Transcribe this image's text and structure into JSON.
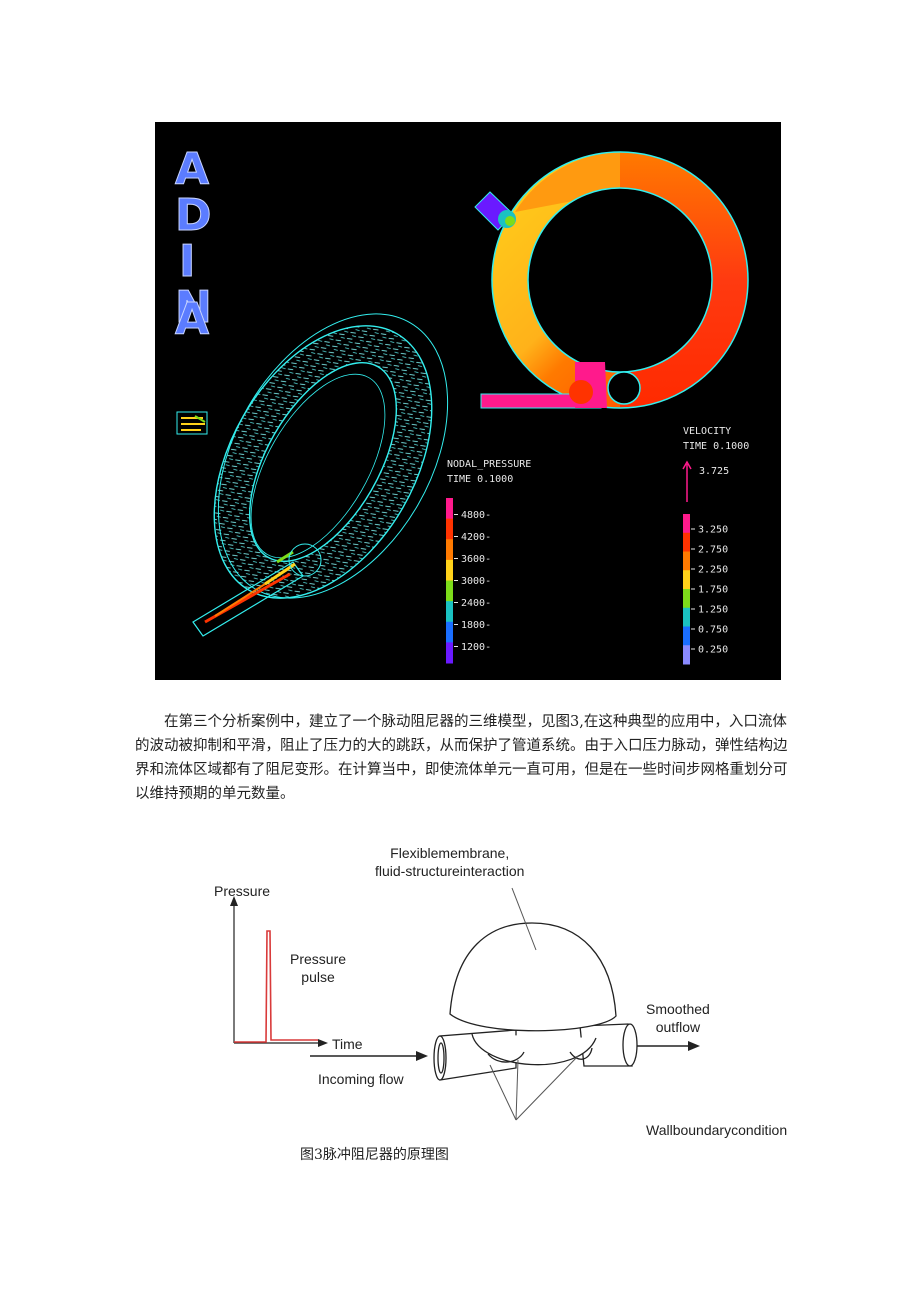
{
  "figure1": {
    "logo": "ADINA",
    "pressure_legend": {
      "title_line1": "NODAL_PRESSURE",
      "title_line2": "TIME 0.1000",
      "ticks": [
        "4800-",
        "4200-",
        "3600-",
        "3000-",
        "2400-",
        "1800-",
        "1200-"
      ],
      "colors": [
        "#ff1a8c",
        "#ff3300",
        "#ff7a00",
        "#ffd21a",
        "#7ddc1a",
        "#1ac2c2",
        "#1a6eff",
        "#6a1aff"
      ]
    },
    "velocity_legend": {
      "title_line1": "VELOCITY",
      "title_line2": "TIME 0.1000",
      "arrow_value": "3.725",
      "ticks": [
        "3.250",
        "2.750",
        "2.250",
        "1.750",
        "1.250",
        "0.750",
        "0.250"
      ],
      "colors": [
        "#ff1a8c",
        "#ff3300",
        "#ff7a00",
        "#ffd21a",
        "#7ddc1a",
        "#1ac2c2",
        "#1a6eff",
        "#8a8aff"
      ]
    }
  },
  "paragraph": "在第三个分析案例中，建立了一个脉动阻尼器的三维模型，见图3,在这种典型的应用中，入口流体的波动被抑制和平滑，阻止了压力的大的跳跃，从而保护了管道系统。由于入口压力脉动，弹性结构边界和流体区域都有了阻尼变形。在计算当中，即使流体单元一直可用，但是在一些时间步网格重划分可以维持预期的单元数量。",
  "figure3": {
    "label_membrane_line1": "Flexiblemembrane,",
    "label_membrane_line2": "fluid-structureinteraction",
    "label_pressure_axis": "Pressure",
    "label_pulse_line1": "Pressure",
    "label_pulse_line2": "pulse",
    "label_time_axis": "Time",
    "label_incoming": "Incoming flow",
    "label_smoothed_line1": "Smoothed",
    "label_smoothed_line2": "outflow",
    "label_wall": "Wallboundarycondition",
    "caption": "图3脉冲阻尼器的原理图"
  }
}
